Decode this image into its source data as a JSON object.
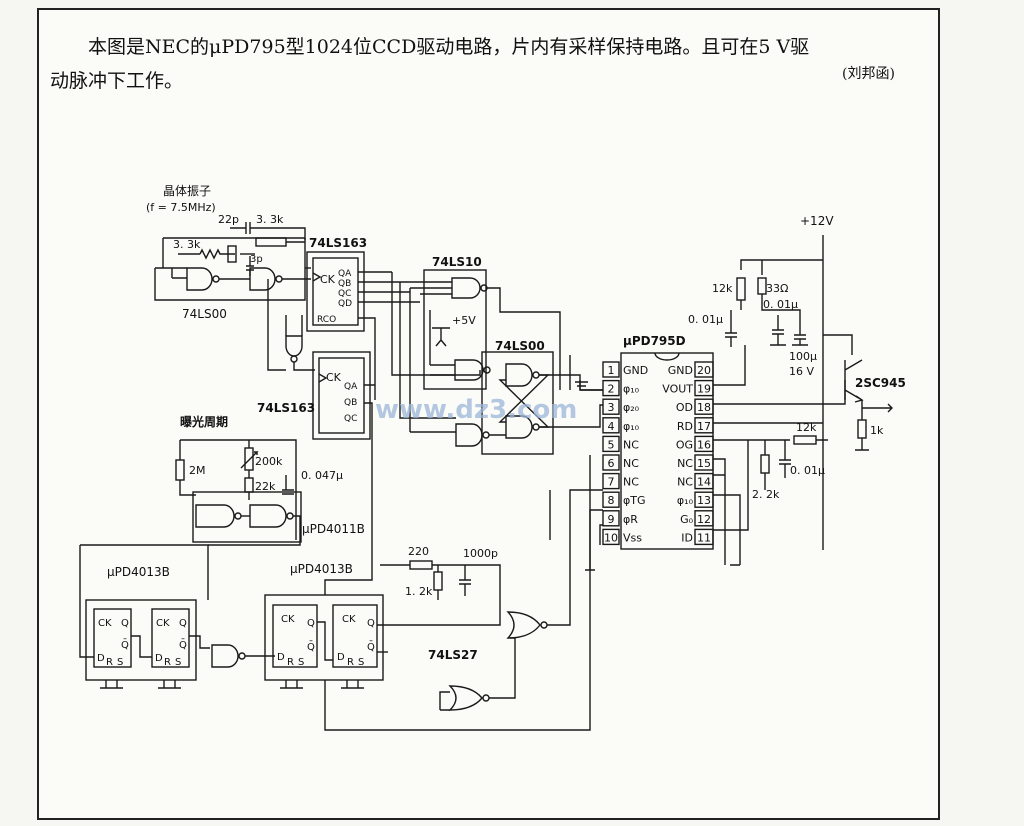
{
  "description": {
    "line1": "本图是NEC的μPD795型1024位CCD驱动电路，片内有采样保持电路。且可在5 V驱",
    "line2": "动脉冲下工作。",
    "credit": "(刘邦函)"
  },
  "labels": {
    "crystal": "晶体振子",
    "freq": "(f = 7.5MHz)",
    "cap22p": "22p",
    "r33k_a": "3. 3k",
    "r33k_b": "3. 3k",
    "cap3p": "3p",
    "gate_74ls00_a": "74LS00",
    "cnt_74ls163_a": "74LS163",
    "cnt_74ls163_b": "74LS163",
    "ck1": "CK",
    "ck2": "CK",
    "qa1": "QA",
    "qb1": "QB",
    "qc1": "QC",
    "qd1": "QD",
    "rco": "RCO",
    "qa2": "QA",
    "qb2": "QB",
    "qc2": "QC",
    "gate_74ls10": "74LS10",
    "plus5v": "+5V",
    "gate_74ls00_b": "74LS00",
    "exposure": "曝光周期",
    "r2m": "2M",
    "r200k": "200k",
    "r22k": "22k",
    "c047": "0. 047μ",
    "ic_4011": "μPD4011B",
    "ic_4013_a": "μPD4013B",
    "ic_4013_b": "μPD4013B",
    "r220": "220",
    "c1000p": "1000p",
    "r12k_b": "1. 2k",
    "gate_74ls27": "74LS27",
    "ic_795": "μPD795D",
    "vcc": "+12V",
    "r12k": "12k",
    "r33": "33Ω",
    "c001a": "0. 01μ",
    "c001b": "0. 01μ",
    "c100u": "100μ",
    "v16": "16 V",
    "transistor": "2SC945",
    "r1k": "1k",
    "r12k_out": "12k",
    "c001c": "0. 01μ",
    "r22k_out": "2. 2k",
    "watermark": "www.dz3.com"
  },
  "ff": {
    "ck": "CK",
    "q": "Q",
    "qbar": "Q̄",
    "d": "D",
    "r": "R",
    "s": "S"
  },
  "pins_left": [
    {
      "num": "1",
      "name": "GND"
    },
    {
      "num": "2",
      "name": "φ₁₀"
    },
    {
      "num": "3",
      "name": "φ₂₀"
    },
    {
      "num": "4",
      "name": "φ₁₀"
    },
    {
      "num": "5",
      "name": "NC"
    },
    {
      "num": "6",
      "name": "NC"
    },
    {
      "num": "7",
      "name": "NC"
    },
    {
      "num": "8",
      "name": "φTG"
    },
    {
      "num": "9",
      "name": "φR"
    },
    {
      "num": "10",
      "name": "Vss"
    }
  ],
  "pins_right": [
    {
      "num": "20",
      "name": "GND"
    },
    {
      "num": "19",
      "name": "VOUT"
    },
    {
      "num": "18",
      "name": "OD"
    },
    {
      "num": "17",
      "name": "RD"
    },
    {
      "num": "16",
      "name": "OG"
    },
    {
      "num": "15",
      "name": "NC"
    },
    {
      "num": "14",
      "name": "NC"
    },
    {
      "num": "13",
      "name": "φ₁₀"
    },
    {
      "num": "12",
      "name": "G₀"
    },
    {
      "num": "11",
      "name": "ID"
    }
  ]
}
